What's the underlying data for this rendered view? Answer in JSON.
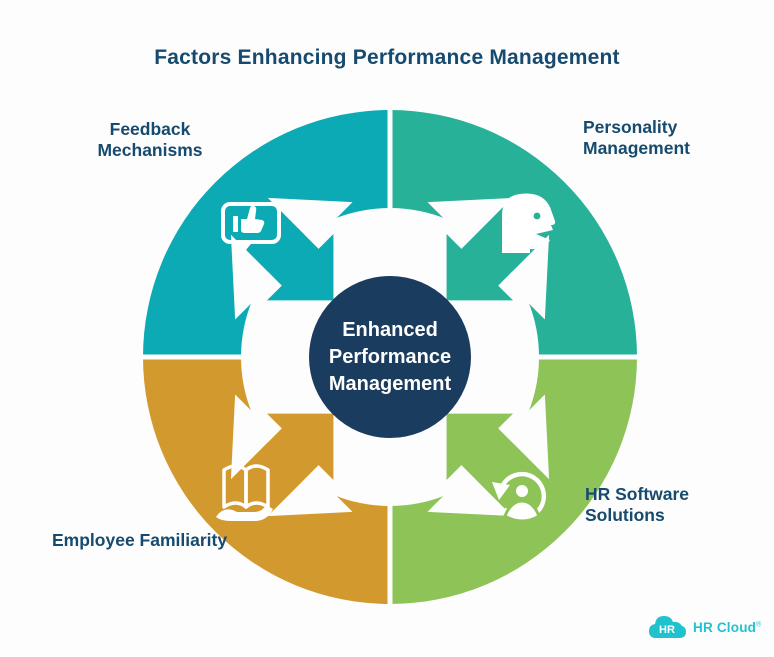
{
  "title": "Factors Enhancing Performance Management",
  "center": {
    "line1": "Enhanced",
    "line2": "Performance",
    "line3": "Management"
  },
  "colors": {
    "teal": "#0caab4",
    "teal_green": "#27b199",
    "gold": "#d29a2e",
    "green": "#8ec358",
    "navy": "#1a3c5e",
    "label_navy": "#164a6e",
    "logo_teal": "#20c3cd",
    "white": "#ffffff"
  },
  "quadrants": {
    "top_left": {
      "label_line1": "Feedback",
      "label_line2": "Mechanisms",
      "color": "#0caab4",
      "icon": "thumbs-up-comment"
    },
    "top_right": {
      "label_line1": "Personality",
      "label_line2": "Management",
      "color": "#27b199",
      "icon": "talking-head"
    },
    "bottom_left": {
      "label_line1": "Employee Familiarity",
      "label_line2": "",
      "color": "#d29a2e",
      "icon": "book-on-hand"
    },
    "bottom_right": {
      "label_line1": "HR Software",
      "label_line2": "Solutions",
      "color": "#8ec358",
      "icon": "person-sync"
    }
  },
  "logo": {
    "badge": "HR",
    "name": "HR Cloud",
    "reg": "®"
  }
}
